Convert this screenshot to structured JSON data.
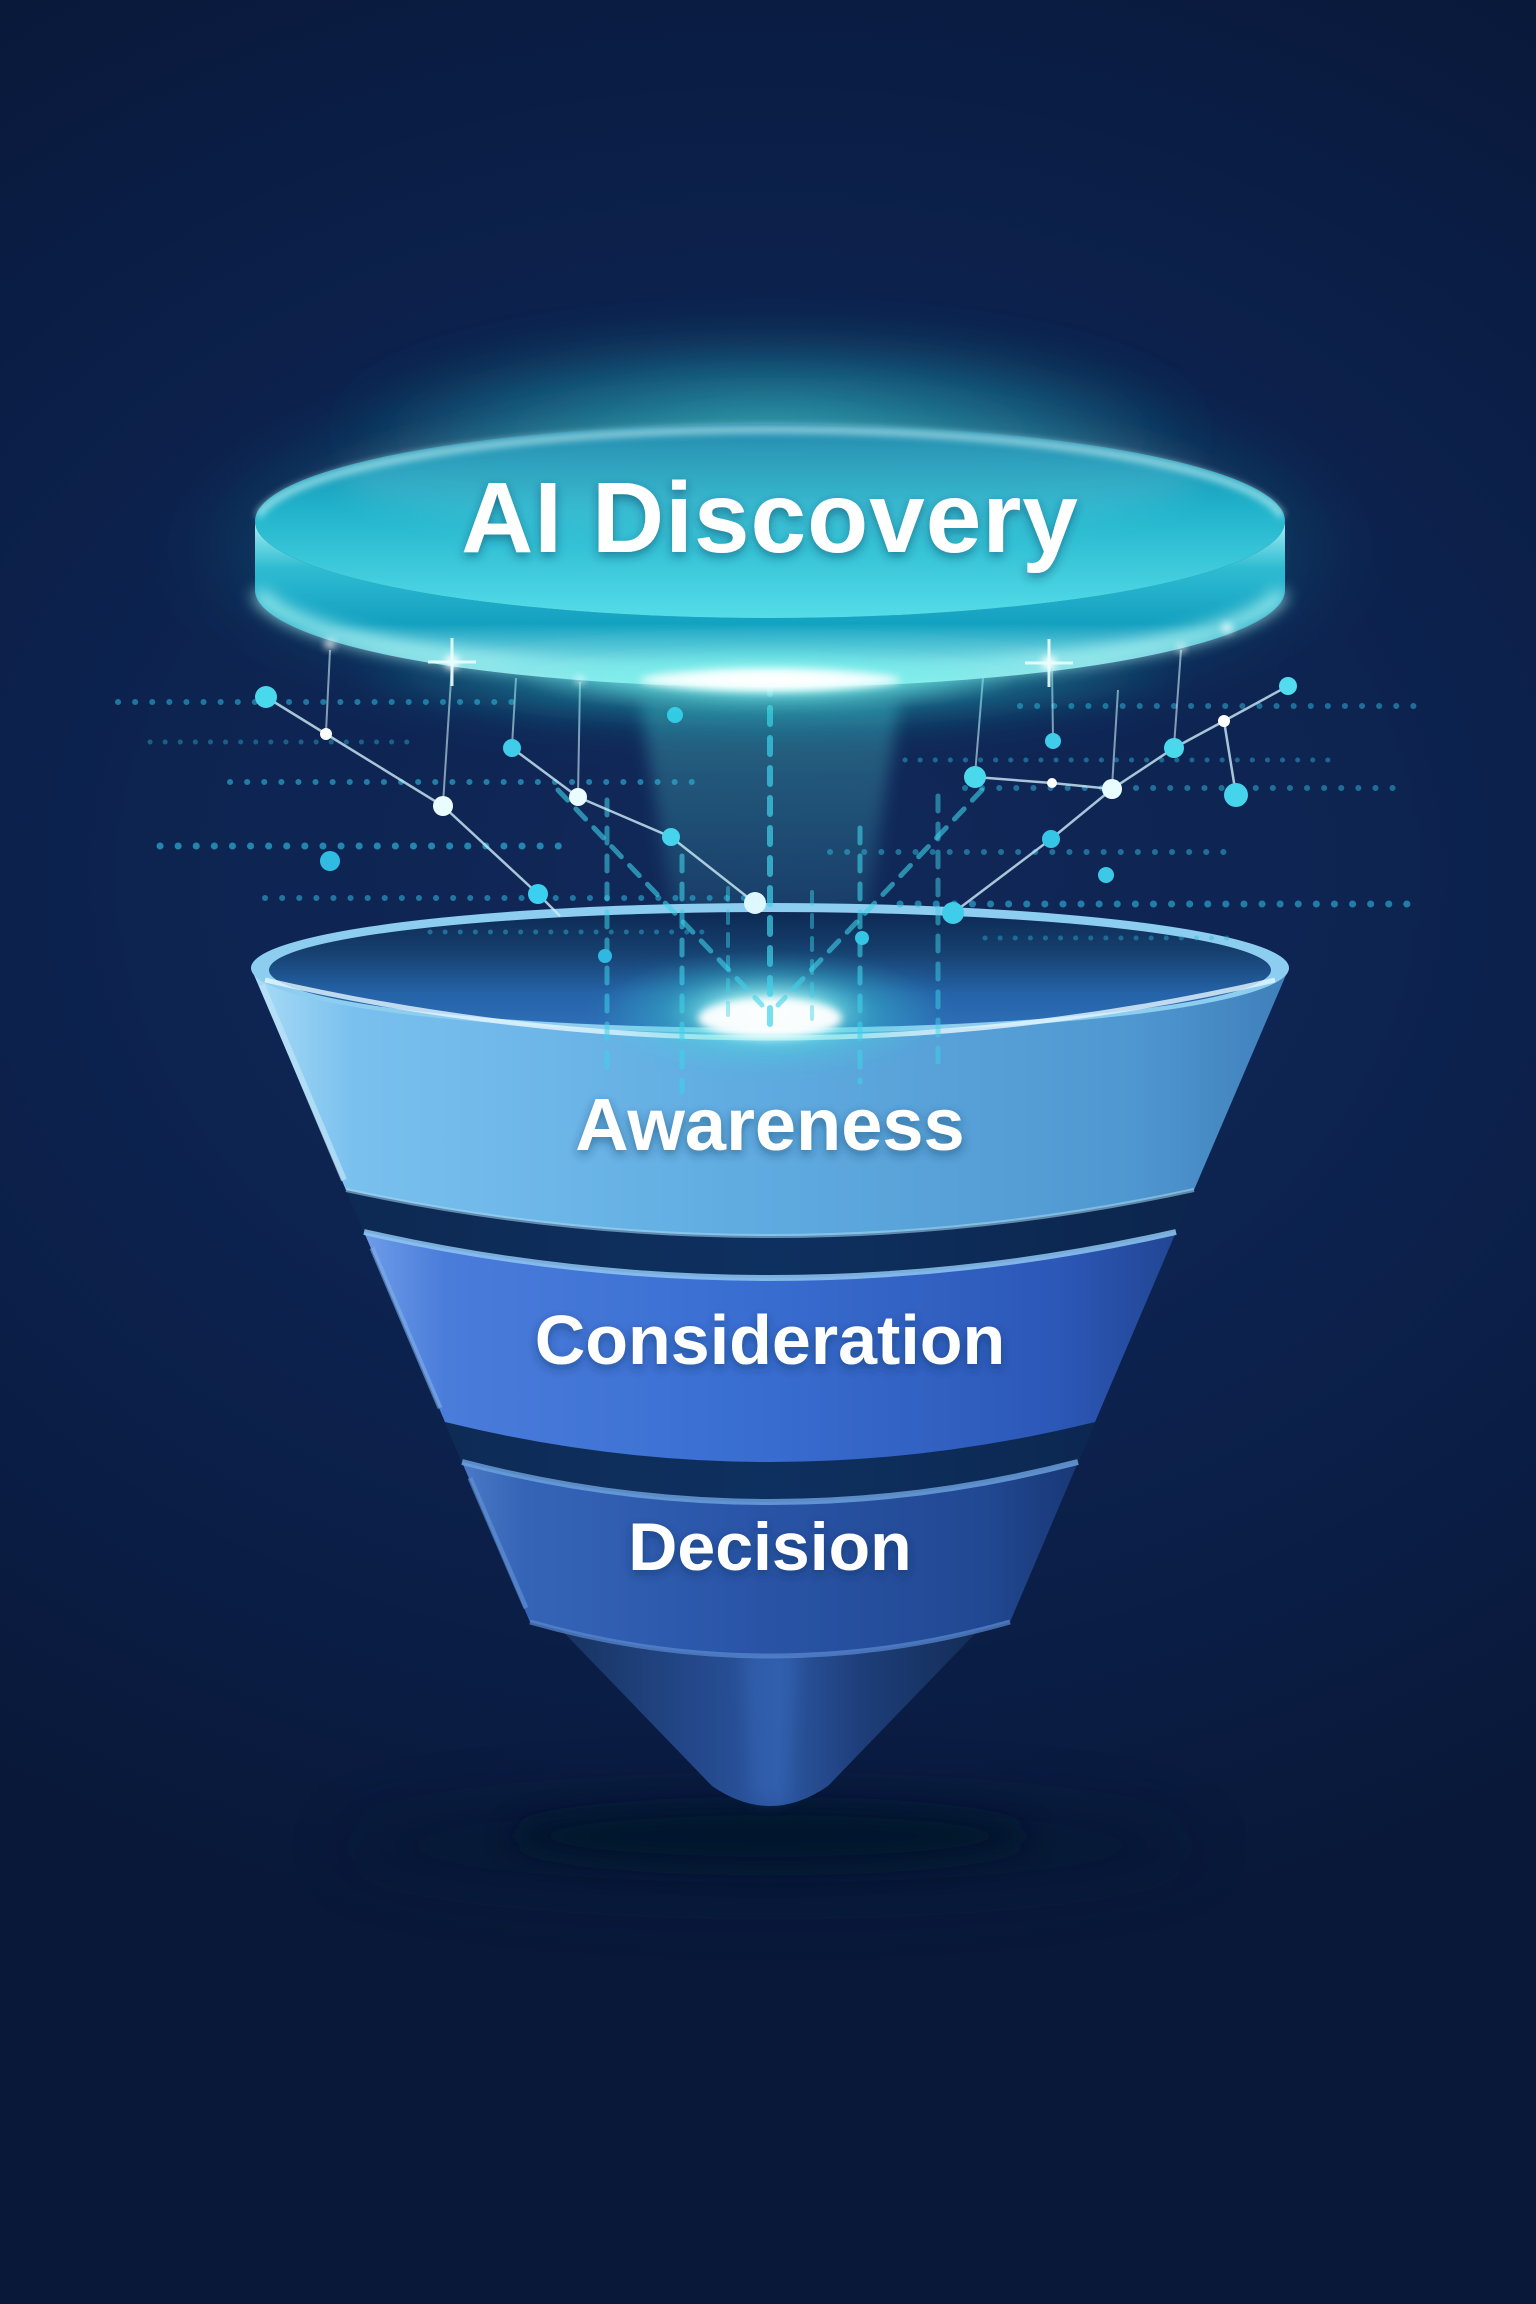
{
  "title": {
    "label": "AI Discovery"
  },
  "funnel": {
    "stages": [
      {
        "label": "Awareness",
        "color": "#61ade2"
      },
      {
        "label": "Consideration",
        "color": "#3a6fd2"
      },
      {
        "label": "Decision",
        "color": "#2a55a8"
      }
    ],
    "separator_color": "#0e3060",
    "spout_color": "#2c57a2"
  },
  "colors": {
    "background": "#0b1f47",
    "disc_teal": "#22b4cc",
    "glow_cyan": "#35e2e0",
    "network_dot": "#3ec9ea",
    "text": "#ffffff"
  }
}
